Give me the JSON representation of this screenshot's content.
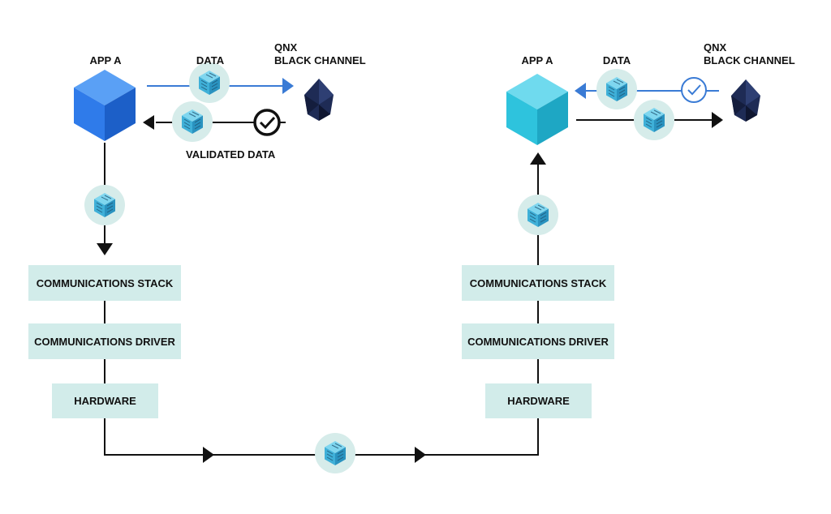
{
  "left": {
    "app_label": "APP A",
    "data_label": "DATA",
    "qnx_line1": "QNX",
    "qnx_line2": "BLACK CHANNEL",
    "validated_label": "VALIDATED DATA",
    "stack": [
      "COMMUNICATIONS STACK",
      "COMMUNICATIONS DRIVER",
      "HARDWARE"
    ],
    "app_cube_color": "#2f7bea"
  },
  "right": {
    "app_label": "APP A",
    "data_label": "DATA",
    "qnx_line1": "QNX",
    "qnx_line2": "BLACK CHANNEL",
    "stack": [
      "COMMUNICATIONS STACK",
      "COMMUNICATIONS DRIVER",
      "HARDWARE"
    ],
    "app_cube_color": "#2ec3dd"
  },
  "colors": {
    "box_fill": "#d2ecea",
    "blue_line": "#3a7bd5",
    "data_cube": "#48bde0",
    "halo": "#d6ecea",
    "qnx_gem": "#1e2b55"
  },
  "icons": [
    "app-cube-icon",
    "data-packet-icon",
    "qnx-gem-icon",
    "checkmark-icon",
    "arrow-icon"
  ]
}
